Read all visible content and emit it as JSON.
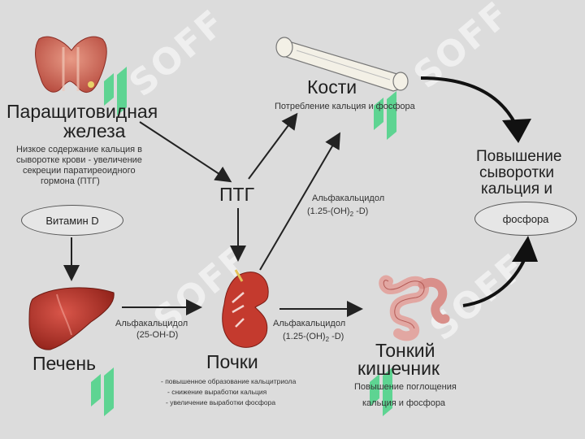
{
  "colors": {
    "background": "#dcdcdc",
    "arrow": "#222222",
    "organ_red": "#c0392b",
    "watermark": "#ffffff",
    "watermark_green": "#39d17a"
  },
  "watermark": {
    "text": "SOFF",
    "icon": "soff-logo-icon"
  },
  "nodes": {
    "parathyroid": {
      "title_line1": "Паращитовидная",
      "title_line2": "железа",
      "desc_line1": "Низкое содержание кальция в",
      "desc_line2": "сыворотке крови - увеличение",
      "desc_line3": "секреции паратиреоидного",
      "desc_line4": "гормона (ПТГ)",
      "icon": "thyroid-gland-icon"
    },
    "bones": {
      "title": "Кости",
      "desc": "Потребление кальция и фосфора",
      "icon": "bone-icon"
    },
    "ptg": {
      "label": "ПТГ"
    },
    "vitamin_d": {
      "label": "Витамин D"
    },
    "liver": {
      "title": "Печень",
      "icon": "liver-icon"
    },
    "kidney": {
      "title": "Почки",
      "note1": "- повышенное образование кальцитриола",
      "note2": "- снижение выработки кальция",
      "note3": "- увеличение выработки фосфора",
      "icon": "kidney-icon"
    },
    "intestine": {
      "title_line1": "Тонкий",
      "title_line2": "кишечник",
      "desc_line1": "Повышение поглощения",
      "desc_line2": "кальция и фосфора",
      "icon": "intestine-icon"
    },
    "result": {
      "line1": "Повышение",
      "line2": "сыворотки",
      "line3": "кальция и",
      "oval_text": "фосфора"
    }
  },
  "edge_labels": {
    "liver_kidney_line1": "Альфакальцидол",
    "liver_kidney_line2": "(25-OH-D)",
    "kidney_bones_line1": "Альфакальцидол",
    "kidney_bones_line2": "(1.25-(OH)",
    "kidney_bones_sub": "2",
    "kidney_bones_tail": " -D)",
    "kidney_intestine_line1": "Альфакальцидол",
    "kidney_intestine_line2": "(1.25-(OH)",
    "kidney_intestine_sub": "2",
    "kidney_intestine_tail": " -D)"
  }
}
